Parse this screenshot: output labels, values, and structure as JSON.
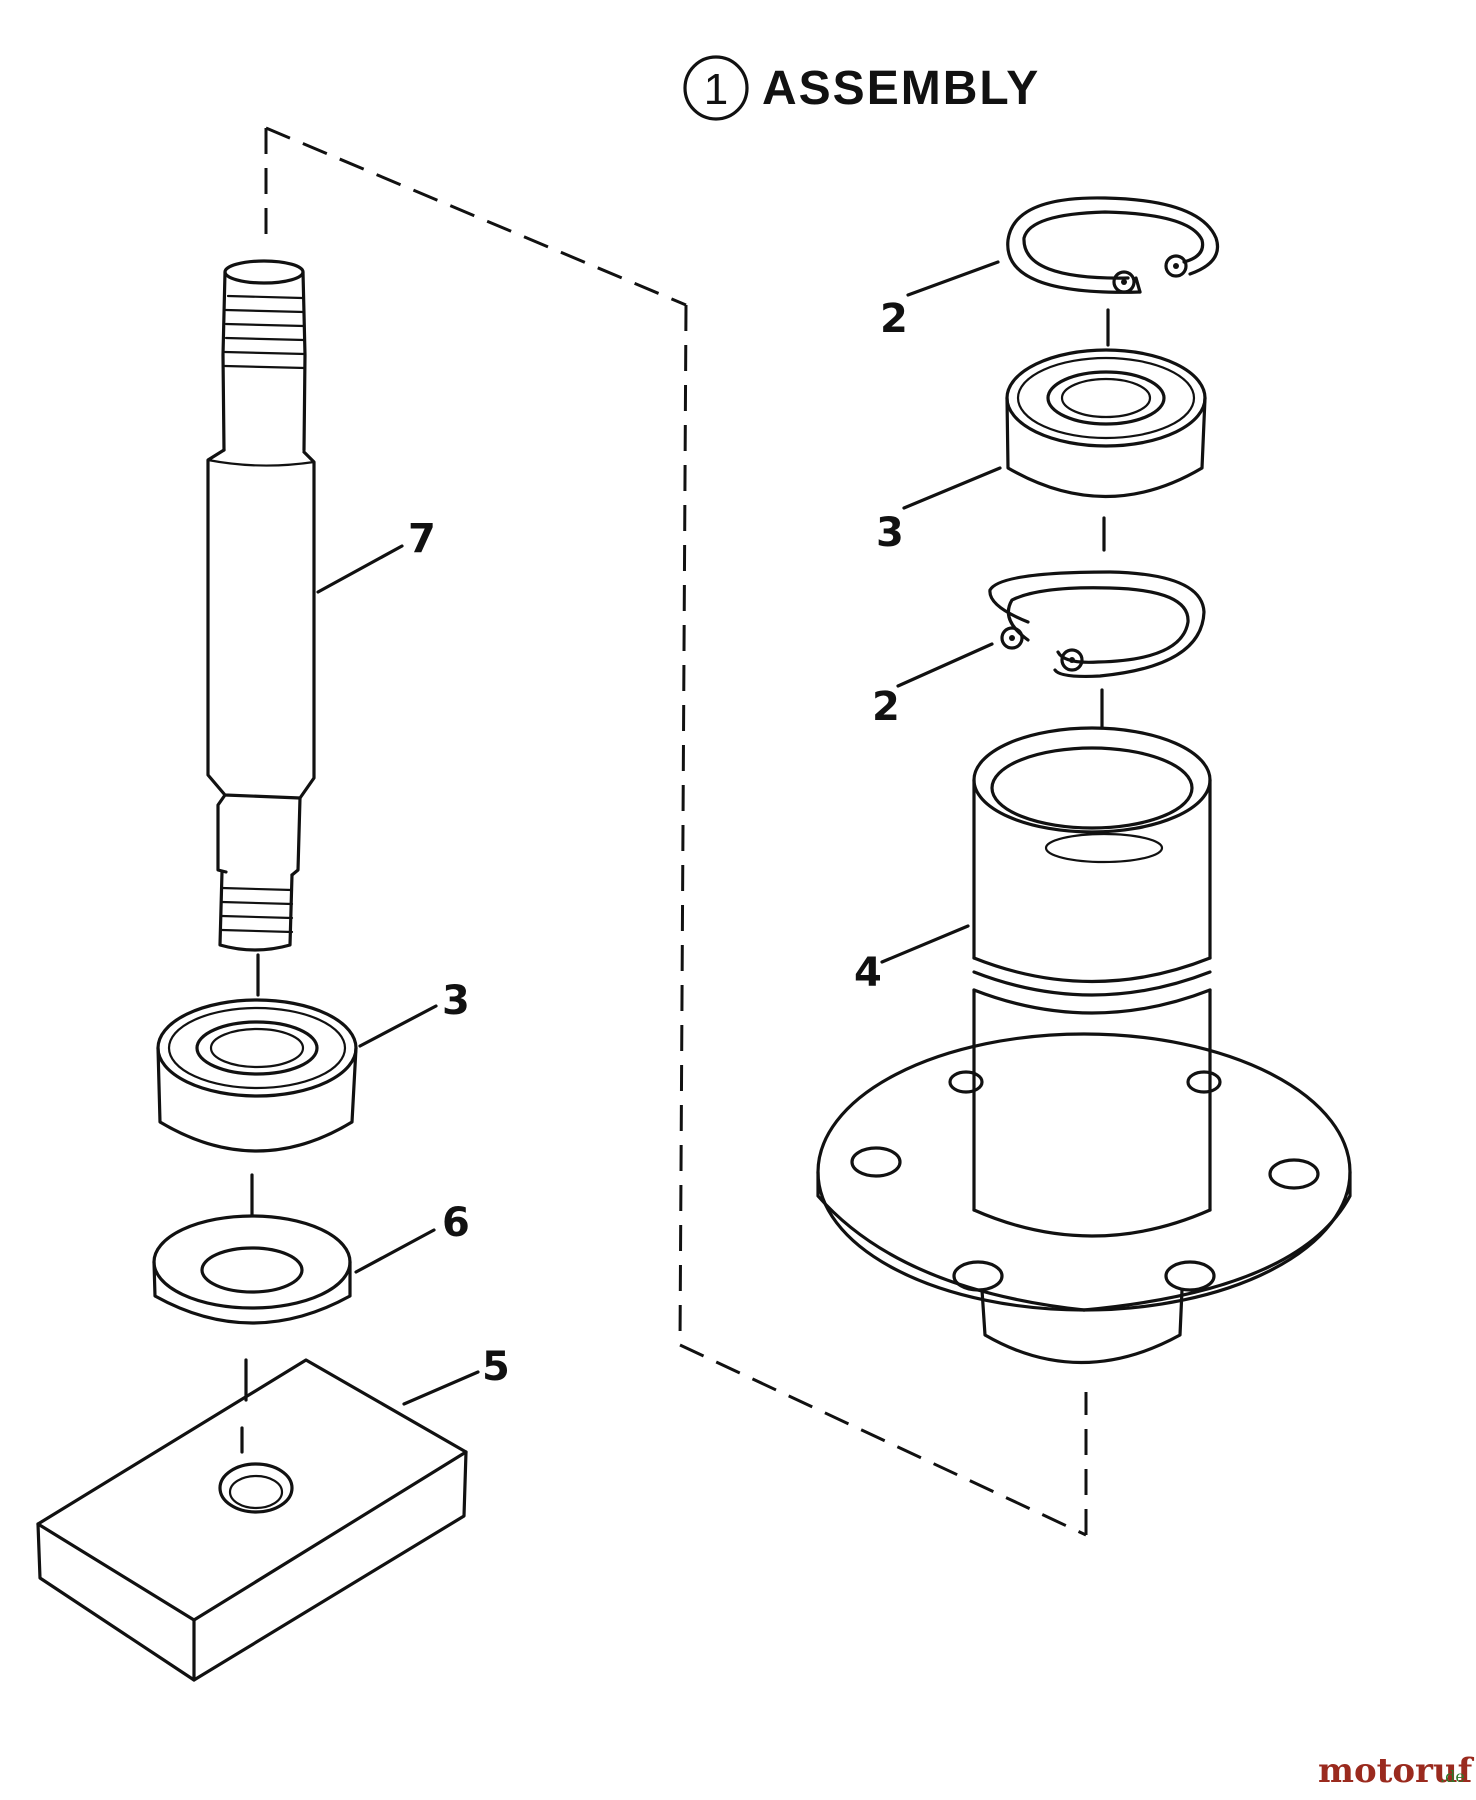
{
  "title": {
    "number": "1",
    "text": "ASSEMBLY"
  },
  "callouts": [
    "7",
    "2",
    "3",
    "2",
    "3",
    "4",
    "6",
    "5"
  ],
  "watermark": {
    "name": "motoruf",
    "tld": ".de",
    "color_main": "#9a2a1e",
    "color_accent": "#2a7a2a"
  }
}
